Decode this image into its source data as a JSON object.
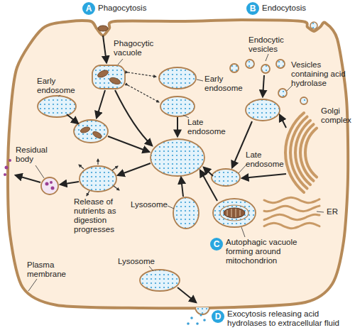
{
  "diagram": {
    "nodes": [
      {
        "text": [
          "A"
        ]
      },
      {
        "text": [
          "B"
        ]
      },
      {
        "text": [
          "C"
        ]
      },
      {
        "text": [
          "D"
        ]
      }
    ],
    "labels": [
      "Phagocytosis",
      "Endocytosis",
      "Phagocytic vacuole",
      "Endocytic vesicles",
      "Early endosome",
      "Vesicles containing acid hydrolase",
      "Early endosome",
      "Late endosome",
      "Golgi complex",
      "Residual body",
      "Late endosome",
      "ER",
      "Lysosome",
      "Release of nutrients as digestion progresses",
      "Autophagic vacuole forming around mitochondrion",
      "Plasma membrane",
      "Lysosome",
      "Exocytosis releasing acid hydrolases to extracellular fluid"
    ]
  }
}
